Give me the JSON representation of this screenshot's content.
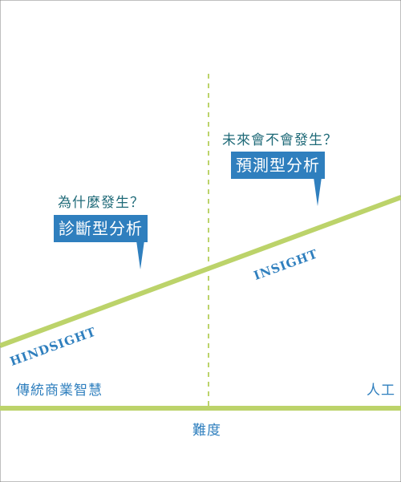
{
  "diagnostic": {
    "question": "為什麼發生？",
    "label": "診斷型分析"
  },
  "predictive": {
    "question": "未來會不會發生？",
    "label": "預測型分析"
  },
  "line_tags": {
    "hindsight": "HINDSIGHT",
    "insight": "INSIGHT"
  },
  "zones": {
    "left": "傳統商業智慧",
    "right": "人工"
  },
  "x_axis": {
    "label": "難度"
  },
  "colors": {
    "line": "#bcd36a",
    "accent": "#2f7fbe",
    "question_text": "#1f6a78",
    "divider": "#bcd36a"
  }
}
